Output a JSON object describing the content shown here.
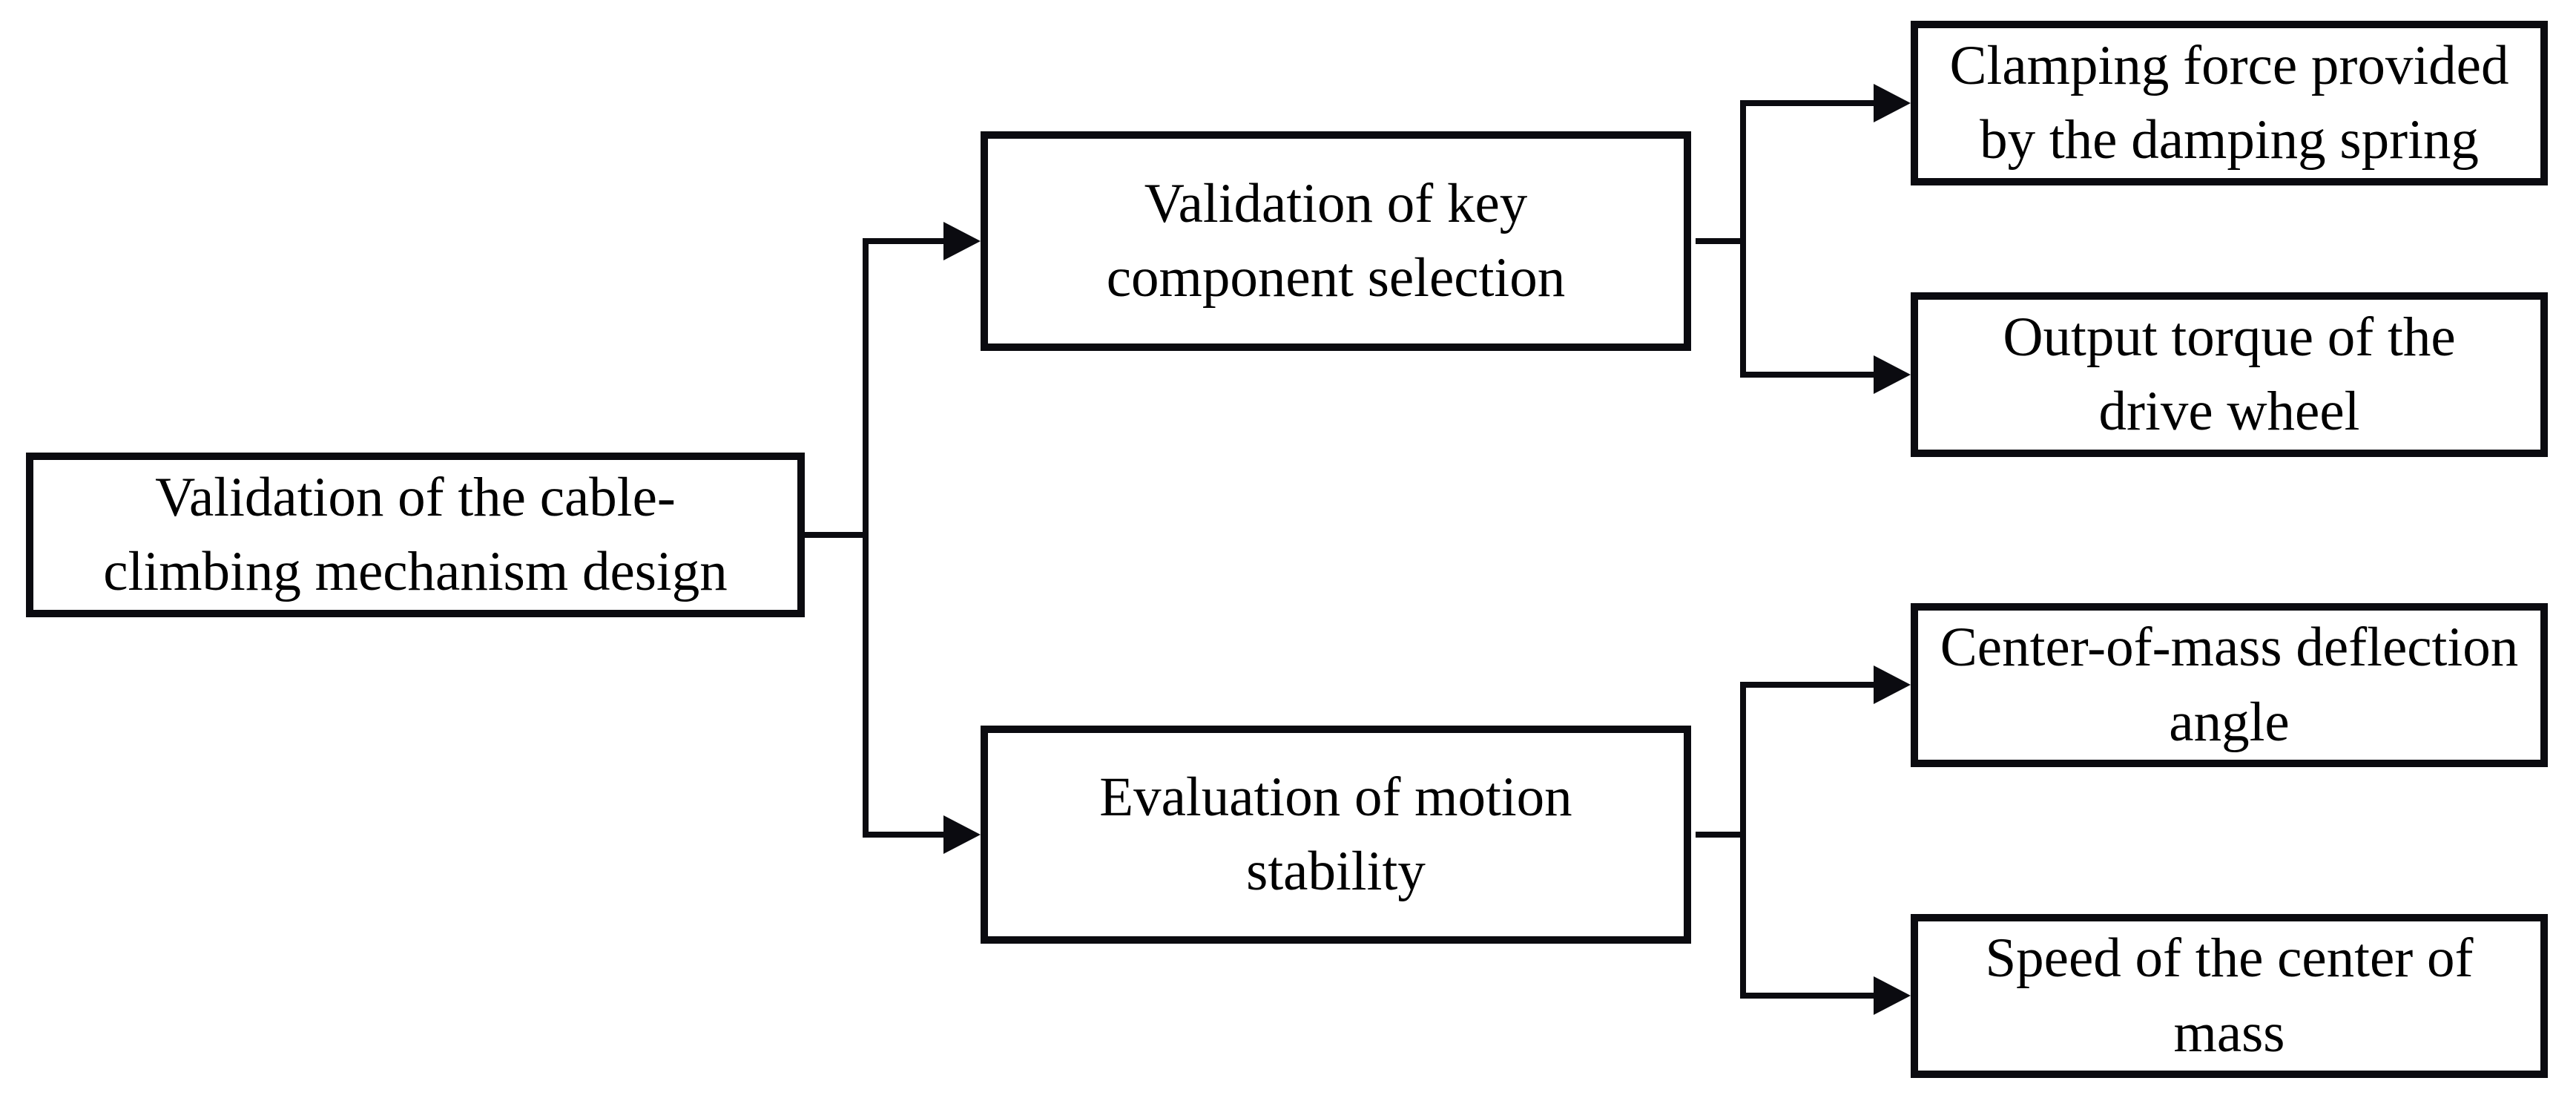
{
  "figure": {
    "type": "flowchart",
    "nodes": {
      "root": {
        "label": "Validation of the cable-\nclimbing mechanism design"
      },
      "branch_components": {
        "label": "Validation of key\ncomponent selection"
      },
      "branch_stability": {
        "label": "Evaluation of motion\nstability"
      },
      "leaf_clamping_force": {
        "label": "Clamping force provided\nby the damping spring"
      },
      "leaf_output_torque": {
        "label": "Output torque of the\ndrive wheel"
      },
      "leaf_deflection_angle": {
        "label": "Center-of-mass deflection\nangle"
      },
      "leaf_center_mass_speed": {
        "label": "Speed of the center of\nmass"
      }
    },
    "edges": [
      {
        "from": "root",
        "to": "branch_components"
      },
      {
        "from": "root",
        "to": "branch_stability"
      },
      {
        "from": "branch_components",
        "to": "leaf_clamping_force"
      },
      {
        "from": "branch_components",
        "to": "leaf_output_torque"
      },
      {
        "from": "branch_stability",
        "to": "leaf_deflection_angle"
      },
      {
        "from": "branch_stability",
        "to": "leaf_center_mass_speed"
      }
    ],
    "colors": {
      "line": "#0b0b10",
      "box_border": "#0b0b10",
      "box_fill": "#ffffff",
      "text": "#000000",
      "background": "#ffffff"
    }
  }
}
